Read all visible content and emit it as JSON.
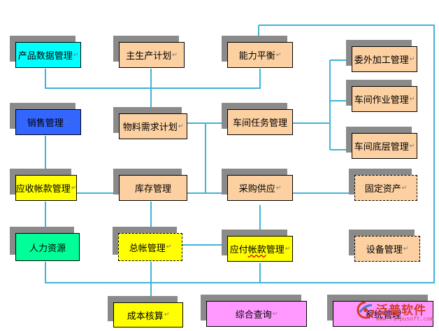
{
  "diagram": {
    "line_color": "#3fb3d8",
    "nodes": [
      {
        "id": "product-data",
        "label": "产品数据管理",
        "fill": "#00ffff"
      },
      {
        "id": "master-plan",
        "label": "主生产计划",
        "fill": "#fcd0a1"
      },
      {
        "id": "capacity-balance",
        "label": "能力平衡",
        "fill": "#fcd0a1"
      },
      {
        "id": "outsourcing",
        "label": "委外加工管理",
        "fill": "#fcd0a1"
      },
      {
        "id": "sales",
        "label": "销售管理",
        "fill": "#3366ff"
      },
      {
        "id": "mrp",
        "label": "物料需求计划",
        "fill": "#fcd0a1"
      },
      {
        "id": "workshop-task",
        "label": "车间任务管理",
        "fill": "#fcd0a1"
      },
      {
        "id": "workshop-operation",
        "label": "车间作业管理",
        "fill": "#fcd0a1"
      },
      {
        "id": "workshop-floor",
        "label": "车间底层管理",
        "fill": "#fcd0a1"
      },
      {
        "id": "receivables",
        "label": "应收帐款管理",
        "fill": "#ffff00"
      },
      {
        "id": "inventory",
        "label": "库存管理",
        "fill": "#fcd0a1"
      },
      {
        "id": "purchasing",
        "label": "采购供应",
        "fill": "#fcd0a1"
      },
      {
        "id": "fixed-assets",
        "label": "固定资产",
        "fill": "#fcd0a1"
      },
      {
        "id": "human-resources",
        "label": "人力资源",
        "fill": "#00ff99"
      },
      {
        "id": "general-ledger",
        "label": "总帐管理",
        "fill": "#ffff00"
      },
      {
        "id": "payables",
        "label": "应付帐款管理",
        "fill": "#ffff00"
      },
      {
        "id": "equipment",
        "label": "设备管理",
        "fill": "#fcd0a1"
      },
      {
        "id": "cost-accounting",
        "label": "成本核算",
        "fill": "#ffff00"
      },
      {
        "id": "integrated-query",
        "label": "综合查询",
        "fill": "#ff99ff"
      },
      {
        "id": "system-management",
        "label": "系统管理",
        "fill": "#ff99ff"
      }
    ]
  },
  "logo": {
    "text": "泛普软件",
    "url": "www.fanpusoft.com"
  }
}
